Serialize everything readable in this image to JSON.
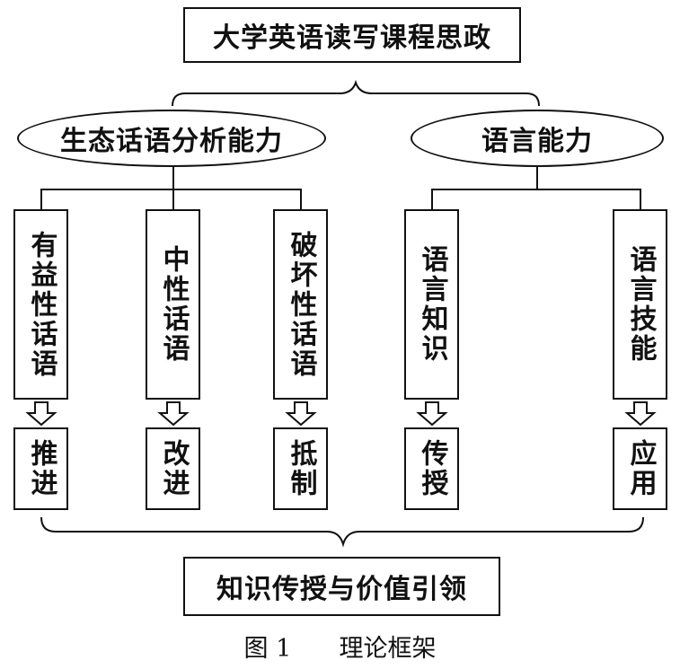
{
  "title": "大学英语读写课程思政",
  "branches": [
    {
      "label": "生态话语分析能力",
      "items": [
        {
          "concept": "有益性话语",
          "action": "推进"
        },
        {
          "concept": "中性话语",
          "action": "改进"
        },
        {
          "concept": "破坏性话语",
          "action": "抵制"
        }
      ]
    },
    {
      "label": "语言能力",
      "items": [
        {
          "concept": "语言知识",
          "action": "传授"
        },
        {
          "concept": "语言技能",
          "action": "应用"
        }
      ]
    }
  ],
  "bottom": "知识传授与价值引领",
  "caption": {
    "figure": "图 1",
    "text": "理论框架"
  }
}
